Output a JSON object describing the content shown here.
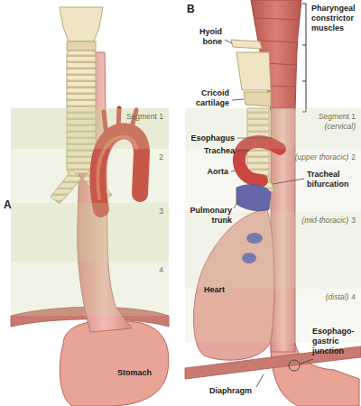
{
  "diagram": {
    "nodes": [
      {
        "text": [
          "Segment 1"
        ]
      },
      {
        "text": [
          "2"
        ]
      },
      {
        "text": [
          "3"
        ]
      },
      {
        "text": [
          "4"
        ]
      },
      {
        "text": [
          "Segment 1",
          "(cervical)"
        ]
      },
      {
        "text": [
          "(upper thoracic)",
          "2"
        ]
      },
      {
        "text": [
          "(mid-thoracic)",
          "3"
        ]
      },
      {
        "text": [
          "(distal)",
          "4"
        ]
      }
    ],
    "labels": [
      "A",
      "B",
      "Hyoid bone",
      "Pharyngeal constrictor muscles",
      "Cricoid cartilage",
      "Esophagus",
      "Trachea",
      "Aorta",
      "Tracheal bifurcation",
      "Pulmonary trunk",
      "Heart",
      "Esophago-gastric junction",
      "Diaphragm",
      "Stomach"
    ]
  }
}
